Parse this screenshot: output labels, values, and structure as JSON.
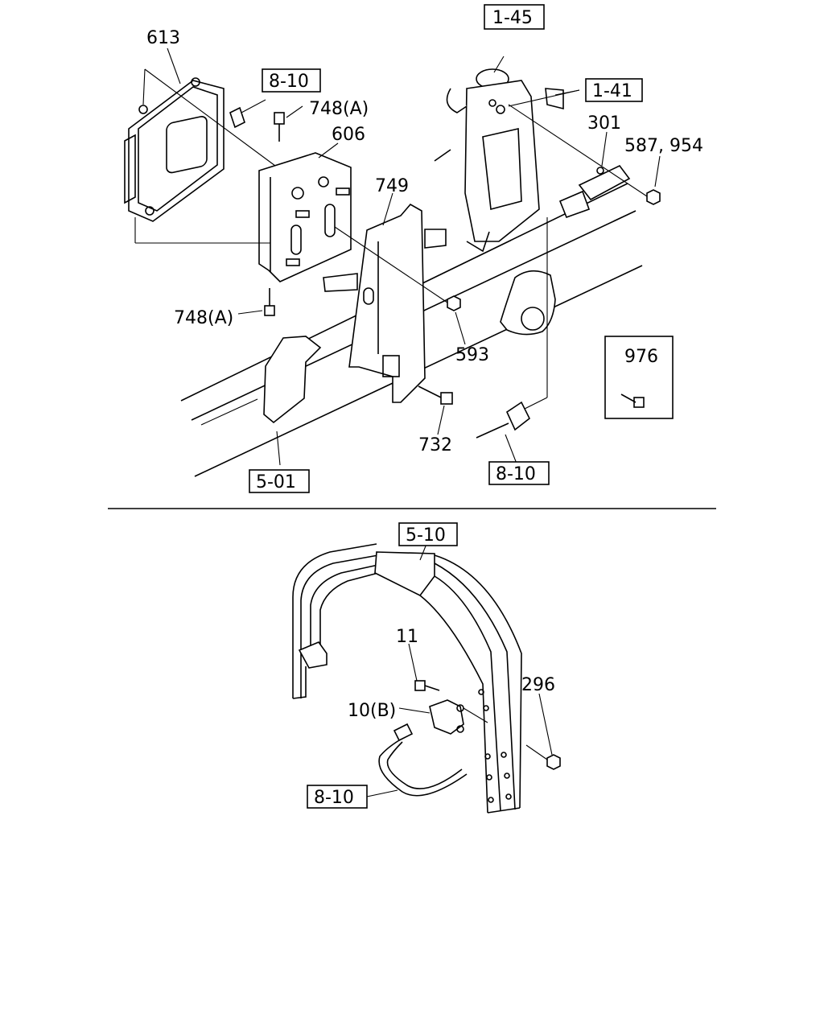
{
  "callouts": {
    "c613": "613",
    "c748a_top": "748(A)",
    "c606": "606",
    "c749": "749",
    "c748a_bottom": "748(A)",
    "c593": "593",
    "c732": "732",
    "c301": "301",
    "c587_954": "587, 954",
    "c976": "976",
    "c11": "11",
    "c10b": "10(B)",
    "c296": "296"
  },
  "refs": {
    "r8_10_top": "8-10",
    "r1_45": "1-45",
    "r1_41": "1-41",
    "r5_01": "5-01",
    "r8_10_mid": "8-10",
    "r5_10": "5-10",
    "r8_10_bottom": "8-10"
  }
}
